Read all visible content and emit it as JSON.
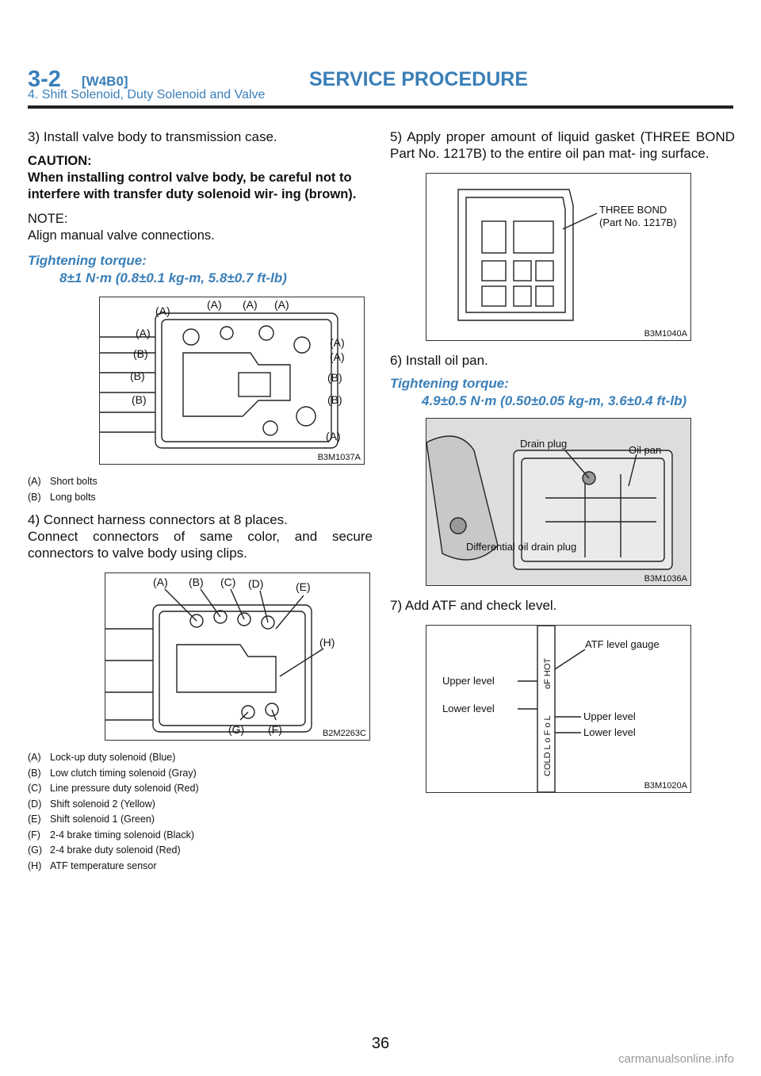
{
  "header": {
    "section": "3-2",
    "code": "[W4B0]",
    "title": "SERVICE PROCEDURE",
    "subtitle": "4. Shift Solenoid, Duty Solenoid and Valve"
  },
  "left": {
    "step3": "3) Install valve body to transmission case.",
    "caution_label": "CAUTION:",
    "caution_text": "When installing control valve body, be careful not to interfere with transfer duty solenoid wir- ing (brown).",
    "note_label": "NOTE:",
    "note_text": "Align manual valve connections.",
    "torque_label": "Tightening torque:",
    "torque_value": "8±1 N·m (0.8±0.1 kg-m, 5.8±0.7 ft-lb)",
    "fig1": {
      "id": "B3M1037A",
      "labels_a": [
        "(A)",
        "(A)",
        "(A)",
        "(A)",
        "(A)",
        "(A)",
        "(A)",
        "(A)"
      ],
      "labels_b": [
        "(B)",
        "(B)",
        "(B)",
        "(B)",
        "(B)"
      ]
    },
    "legend1": [
      {
        "key": "(A)",
        "text": "Short bolts"
      },
      {
        "key": "(B)",
        "text": "Long bolts"
      }
    ],
    "step4_line1": "4) Connect harness connectors at 8 places.",
    "step4_line2": "Connect connectors of same color, and secure connectors to valve body using clips.",
    "fig2": {
      "id": "B2M2263C",
      "labels": [
        "(A)",
        "(B)",
        "(C)",
        "(D)",
        "(E)",
        "(H)",
        "(G)",
        "(F)"
      ]
    },
    "legend2": [
      {
        "key": "(A)",
        "text": "Lock-up duty solenoid (Blue)"
      },
      {
        "key": "(B)",
        "text": "Low clutch timing solenoid (Gray)"
      },
      {
        "key": "(C)",
        "text": "Line pressure duty solenoid (Red)"
      },
      {
        "key": "(D)",
        "text": "Shift solenoid 2 (Yellow)"
      },
      {
        "key": "(E)",
        "text": "Shift solenoid 1 (Green)"
      },
      {
        "key": "(F)",
        "text": "2-4 brake timing solenoid (Black)"
      },
      {
        "key": "(G)",
        "text": "2-4 brake duty solenoid (Red)"
      },
      {
        "key": "(H)",
        "text": "ATF temperature sensor"
      }
    ]
  },
  "right": {
    "step5": "5) Apply proper amount of liquid gasket (THREE BOND Part No. 1217B) to the entire oil pan mat- ing surface.",
    "fig3": {
      "id": "B3M1040A",
      "label1": "THREE BOND",
      "label2": "(Part No. 1217B)"
    },
    "step6": "6) Install oil pan.",
    "torque_label": "Tightening torque:",
    "torque_value": "4.9±0.5 N·m (0.50±0.05 kg-m, 3.6±0.4 ft-lb)",
    "fig4": {
      "id": "B3M1036A",
      "drain": "Drain plug",
      "oilpan": "Oil pan",
      "diff": "Differential oil drain plug"
    },
    "step7": "7) Add ATF and check level.",
    "fig5": {
      "id": "B3M1020A",
      "gauge": "ATF level gauge",
      "upper_left": "Upper level",
      "lower_left": "Lower level",
      "upper_right": "Upper level",
      "lower_right": "Lower level",
      "hot": "oF HOT",
      "cold": "COLD L o F o L"
    }
  },
  "footer": {
    "page": "36",
    "watermark": "carmanualsonline.info"
  }
}
